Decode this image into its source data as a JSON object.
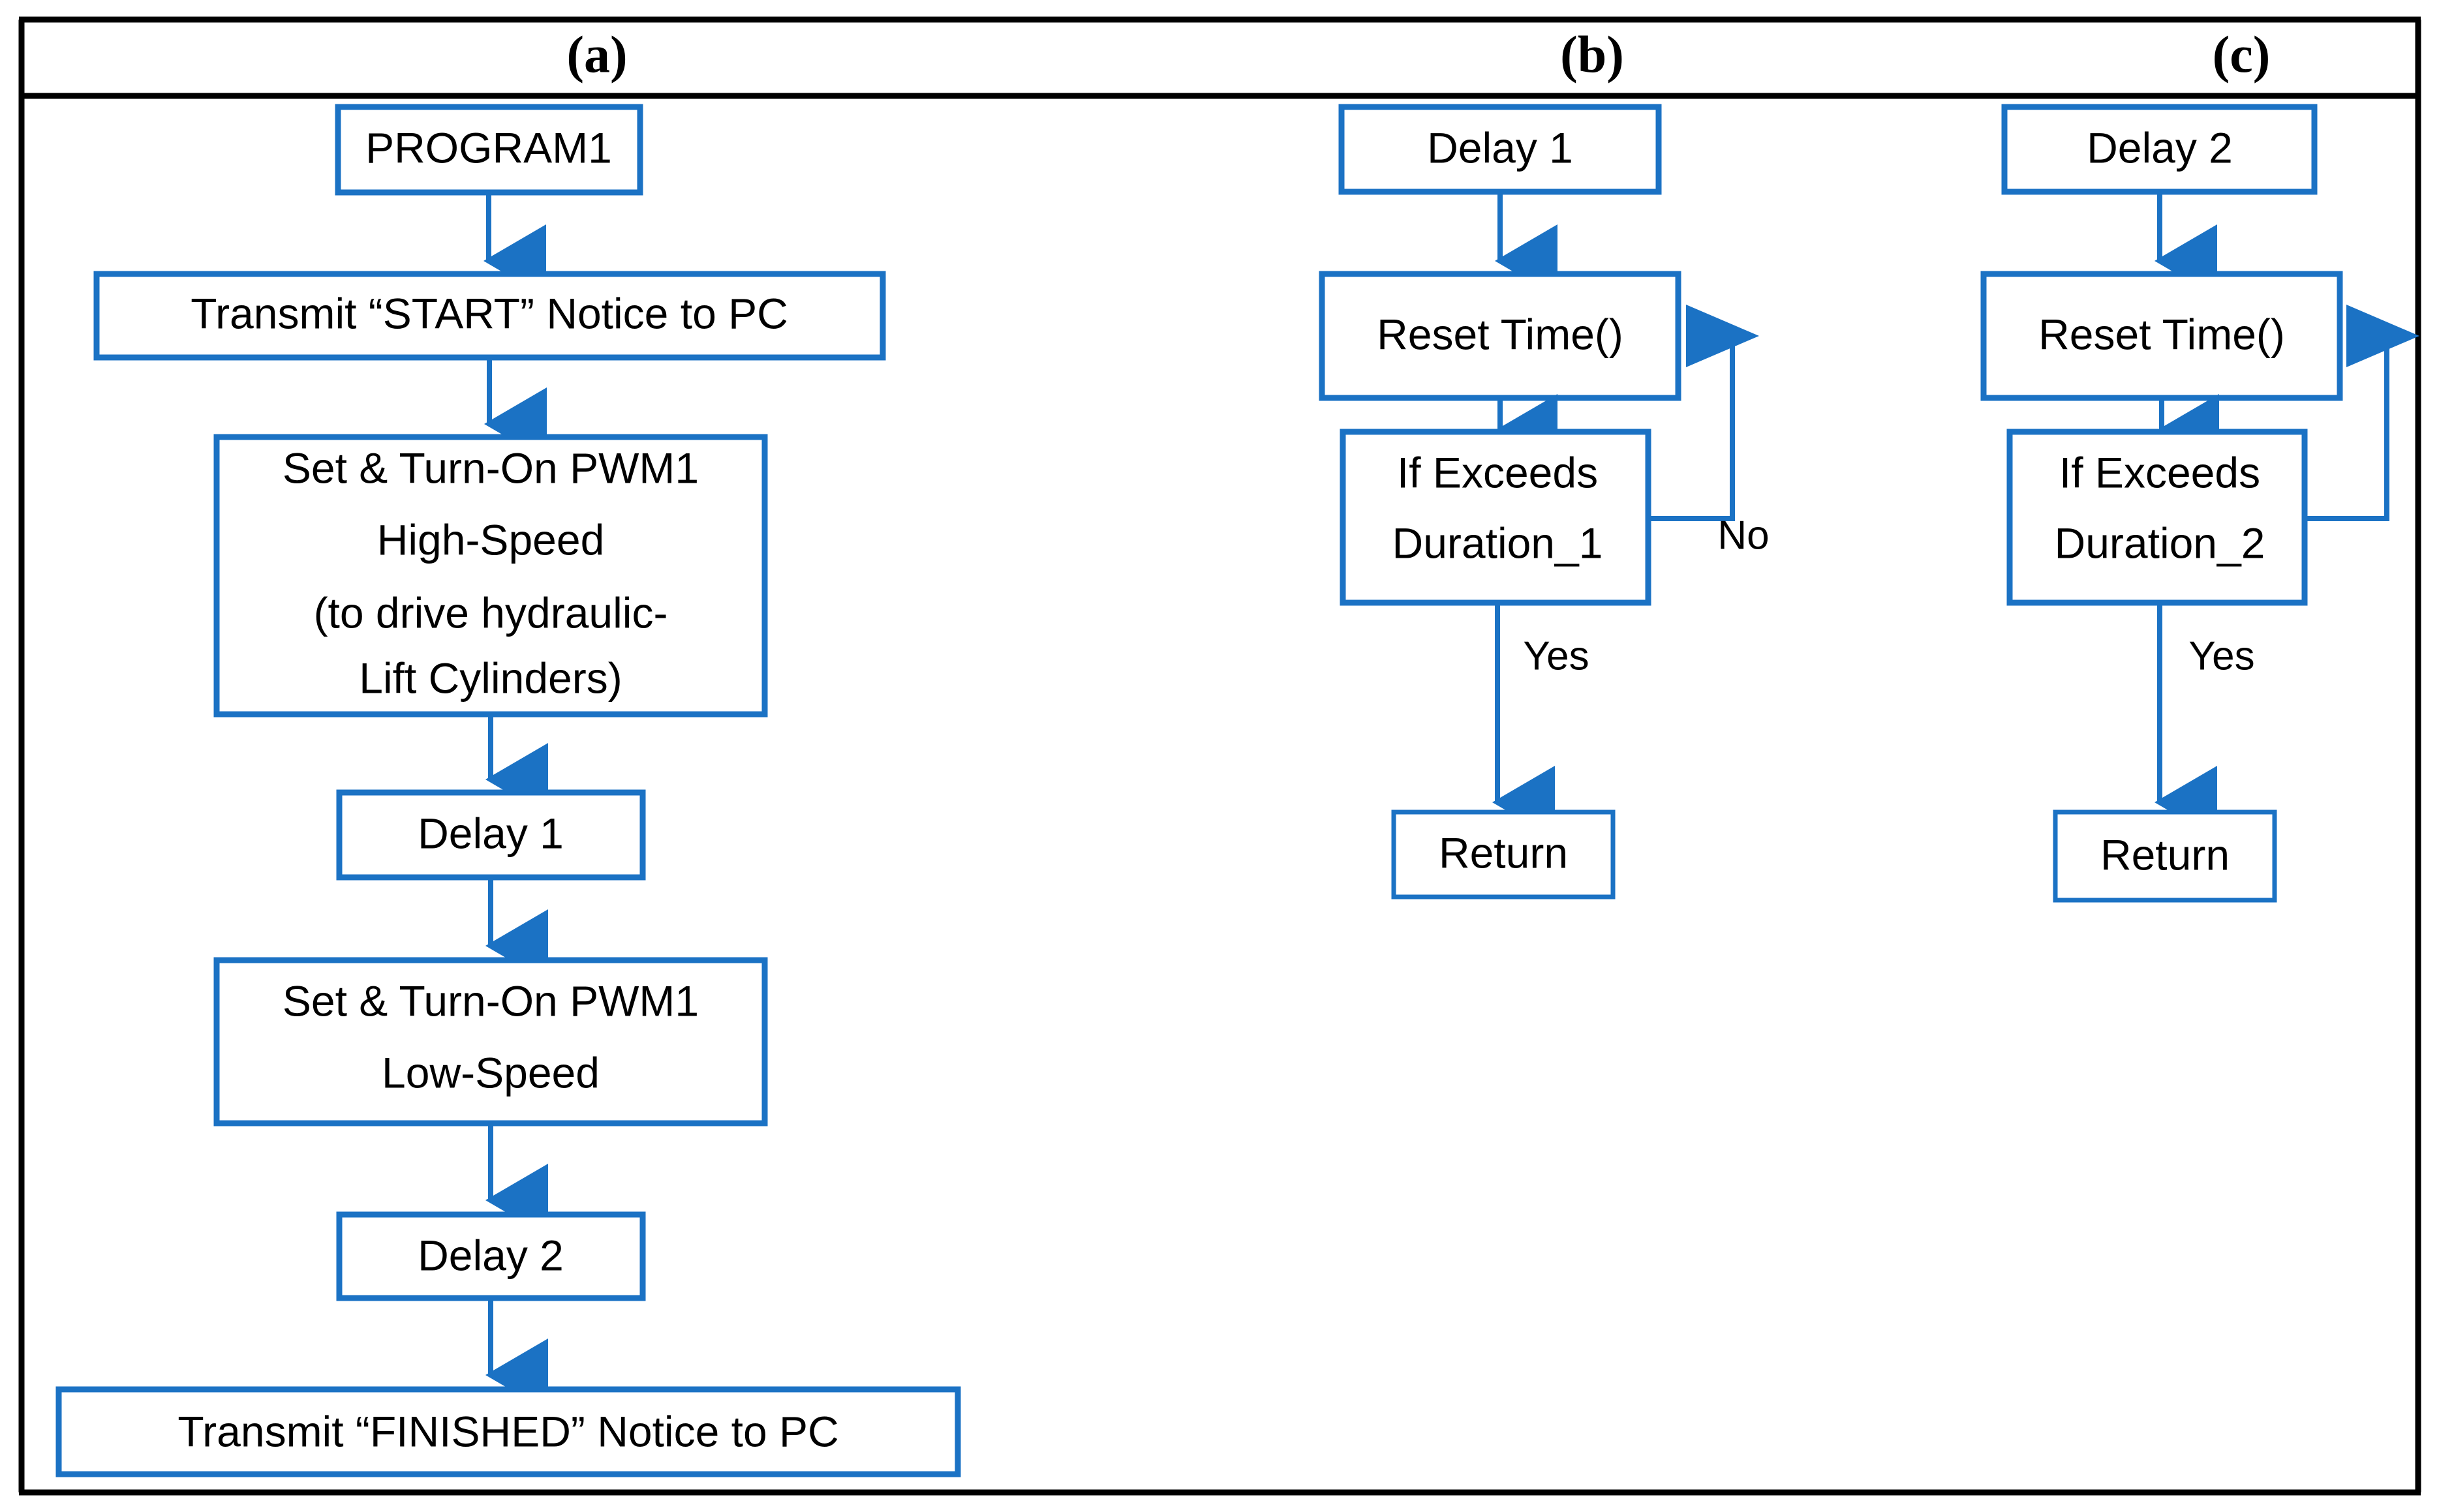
{
  "figure": {
    "type": "flowchart",
    "panel_count": 3,
    "colors": {
      "node_border": "#1b72c4",
      "connector": "#1b72c4",
      "frame": "#000000",
      "background": "#ffffff",
      "text": "#000000"
    }
  },
  "panels": [
    {
      "id": "a",
      "caption": "(a)",
      "nodes": [
        {
          "id": "a1",
          "label": "PROGRAM1"
        },
        {
          "id": "a2",
          "label": "Transmit “START” Notice to PC"
        },
        {
          "id": "a3",
          "line1": "Set & Turn-On PWM1",
          "line2": "High-Speed",
          "line3": "(to drive hydraulic-",
          "line4": "Lift Cylinders)"
        },
        {
          "id": "a4",
          "label": "Delay 1"
        },
        {
          "id": "a5",
          "line1": "Set & Turn-On PWM1",
          "line2": "Low-Speed"
        },
        {
          "id": "a6",
          "label": "Delay 2"
        },
        {
          "id": "a7",
          "label": "Transmit “FINISHED” Notice to PC"
        }
      ],
      "edges": [
        {
          "from": "a1",
          "to": "a2",
          "label": ""
        },
        {
          "from": "a2",
          "to": "a3",
          "label": ""
        },
        {
          "from": "a3",
          "to": "a4",
          "label": ""
        },
        {
          "from": "a4",
          "to": "a5",
          "label": ""
        },
        {
          "from": "a5",
          "to": "a6",
          "label": ""
        },
        {
          "from": "a6",
          "to": "a7",
          "label": ""
        }
      ]
    },
    {
      "id": "b",
      "caption": "(b)",
      "nodes": [
        {
          "id": "b1",
          "label": "Delay 1"
        },
        {
          "id": "b2",
          "label": "Reset Time()"
        },
        {
          "id": "b3",
          "line1": "If Exceeds",
          "line2": "Duration_1"
        },
        {
          "id": "b4",
          "label": "Return"
        }
      ],
      "edges": [
        {
          "from": "b1",
          "to": "b2",
          "label": ""
        },
        {
          "from": "b2",
          "to": "b3",
          "label": ""
        },
        {
          "from": "b3",
          "to": "b2",
          "label": "No"
        },
        {
          "from": "b3",
          "to": "b4",
          "label": "Yes"
        }
      ]
    },
    {
      "id": "c",
      "caption": "(c)",
      "nodes": [
        {
          "id": "c1",
          "label": "Delay 2"
        },
        {
          "id": "c2",
          "label": "Reset Time()"
        },
        {
          "id": "c3",
          "line1": "If Exceeds",
          "line2": "Duration_2"
        },
        {
          "id": "c4",
          "label": "Return"
        }
      ],
      "edges": [
        {
          "from": "c1",
          "to": "c2",
          "label": ""
        },
        {
          "from": "c2",
          "to": "c3",
          "label": ""
        },
        {
          "from": "c3",
          "to": "c2",
          "label": ""
        },
        {
          "from": "c3",
          "to": "c4",
          "label": "Yes"
        }
      ]
    }
  ]
}
